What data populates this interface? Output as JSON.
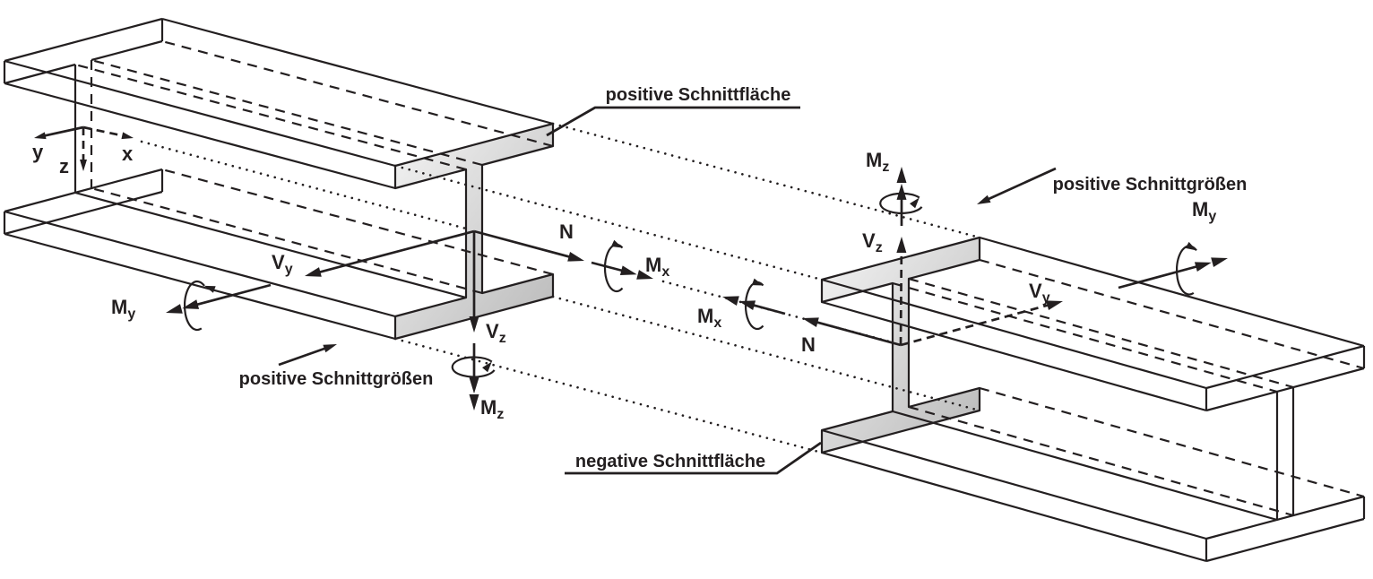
{
  "annotations": {
    "positive_cut_face": "positive Schnittfläche",
    "negative_cut_face": "negative Schnittfläche",
    "positive_internal_forces_left": "positive Schnittgrößen",
    "positive_internal_forces_right": "positive Schnittgrößen"
  },
  "axis_labels": {
    "x": "x",
    "y": "y",
    "z": "z"
  },
  "force_symbols": {
    "normal": "N",
    "shear": "V",
    "moment": "M"
  },
  "subscripts": {
    "x": "x",
    "y": "y",
    "z": "z"
  },
  "colors": {
    "line": "#231f20",
    "background": "#ffffff",
    "cut_face_light": "#f4f4f4",
    "cut_face_dark": "#b9b9b9"
  }
}
